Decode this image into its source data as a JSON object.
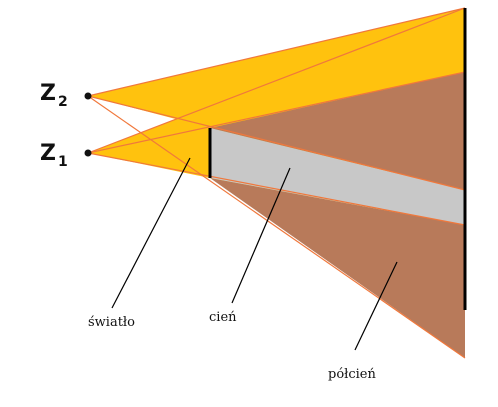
{
  "sources": [
    {
      "letter": "Z",
      "subscript": "2"
    },
    {
      "letter": "Z",
      "subscript": "1"
    }
  ],
  "labels": {
    "light": "światło",
    "shadow": "cień",
    "penumbra": "półcień"
  },
  "colors": {
    "light": "#FFC20E",
    "penumbra": "#B87A5A",
    "shadow": "#C8C8C8",
    "ray": "#F0783C",
    "obstacle": "#000000",
    "screen": "#000000",
    "callout": "#000000"
  }
}
